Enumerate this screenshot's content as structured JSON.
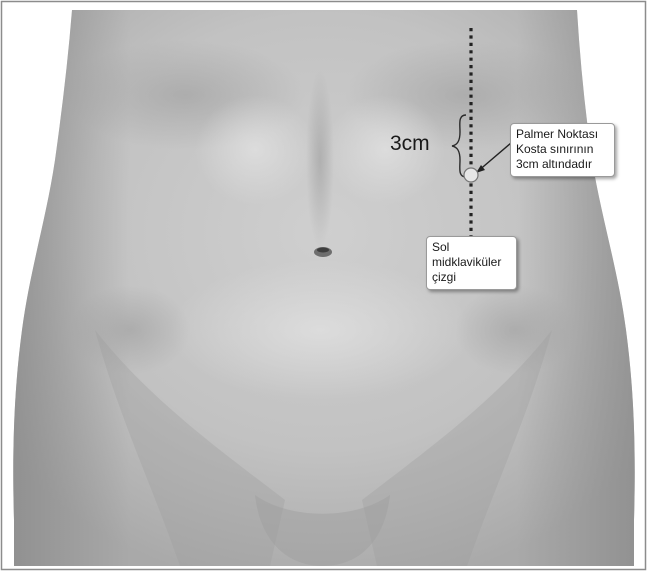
{
  "figure": {
    "measurement_label": "3cm",
    "palmer_callout": [
      "Palmer Noktası",
      "Kosta sınırının",
      "3cm altındadır"
    ],
    "line_callout": [
      "Sol",
      "midklaviküler",
      "çizgi"
    ]
  },
  "colors": {
    "frame_border": "#8c8c8c",
    "skin_base": "#bdbdbd",
    "marker_fill": "#e6e6e6",
    "dotted_line": "#222222"
  }
}
